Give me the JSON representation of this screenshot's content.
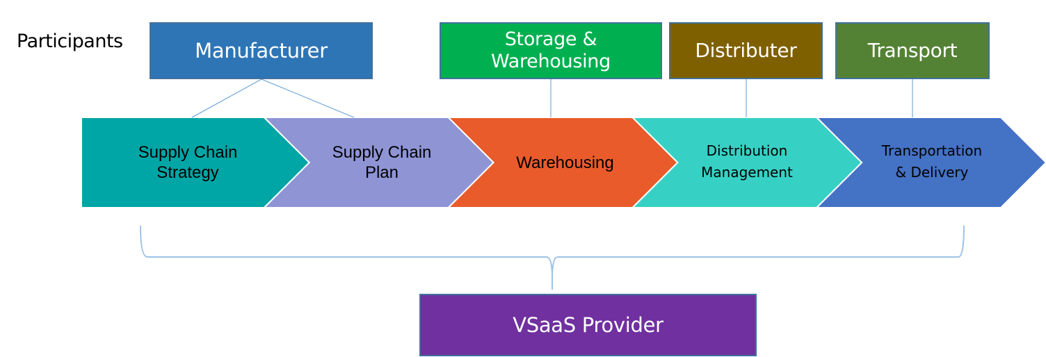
{
  "participants_label": "Participants",
  "participants": [
    {
      "id": "manufacturer",
      "lines": [
        "Manufacturer"
      ],
      "color": "#2e75b6"
    },
    {
      "id": "storage",
      "lines": [
        "Storage &",
        "Warehousing"
      ],
      "color": "#00b050"
    },
    {
      "id": "distributer",
      "lines": [
        "Distributer"
      ],
      "color": "#7f6000"
    },
    {
      "id": "transport",
      "lines": [
        "Transport"
      ],
      "color": "#548235"
    }
  ],
  "stages": [
    {
      "id": "supply-chain-strategy",
      "lines": [
        "Supply Chain",
        "Strategy"
      ],
      "color": "#00a5a5"
    },
    {
      "id": "supply-chain-plan",
      "lines": [
        "Supply Chain",
        "Plan"
      ],
      "color": "#8e94d4"
    },
    {
      "id": "warehousing",
      "lines": [
        "Warehousing"
      ],
      "color": "#e95b2b"
    },
    {
      "id": "distribution-management",
      "lines": [
        "Distribution",
        "Management"
      ],
      "color": "#36d1c4"
    },
    {
      "id": "transportation-delivery",
      "lines": [
        "Transportation",
        "& Delivery"
      ],
      "color": "#4472c4"
    }
  ],
  "provider": {
    "lines": [
      "VSaaS Provider"
    ],
    "color": "#7030a0"
  },
  "colors": {
    "box_border": "#41719c",
    "connector": "#5b9bd5",
    "brace": "#9dc3e6",
    "separator": "#ffffff"
  }
}
